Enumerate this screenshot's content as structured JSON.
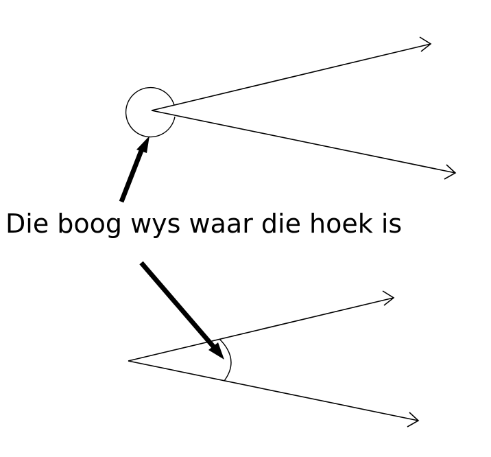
{
  "caption": "Die boog wys waar die hoek is",
  "colors": {
    "line": "#000000",
    "background": "#ffffff"
  },
  "figures": [
    {
      "name": "reflex-angle",
      "arc_type": "full-circle-outside"
    },
    {
      "name": "acute-angle",
      "arc_type": "small-arc-inside"
    }
  ]
}
